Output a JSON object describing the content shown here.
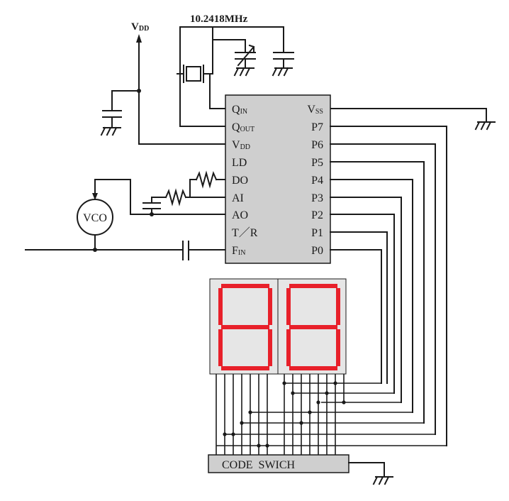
{
  "crystal_freq": "10.2418MHz",
  "vdd": {
    "main": "V",
    "sub": "DD"
  },
  "vco_label": "VCO",
  "code_switch_label": "CODE  SWICH",
  "ic": {
    "left_pins": [
      {
        "main": "Q",
        "sub": "IN"
      },
      {
        "main": "Q",
        "sub": "OUT"
      },
      {
        "main": "V",
        "sub": "DD"
      },
      {
        "main": "LD",
        "sub": ""
      },
      {
        "main": "DO",
        "sub": ""
      },
      {
        "main": "AI",
        "sub": ""
      },
      {
        "main": "AO",
        "sub": ""
      },
      {
        "main": "T／R",
        "sub": ""
      },
      {
        "main": "F",
        "sub": "IN"
      }
    ],
    "right_pins": [
      {
        "main": "V",
        "sub": "SS"
      },
      {
        "main": "P7",
        "sub": ""
      },
      {
        "main": "P6",
        "sub": ""
      },
      {
        "main": "P5",
        "sub": ""
      },
      {
        "main": "P4",
        "sub": ""
      },
      {
        "main": "P3",
        "sub": ""
      },
      {
        "main": "P2",
        "sub": ""
      },
      {
        "main": "P1",
        "sub": ""
      },
      {
        "main": "P0",
        "sub": ""
      }
    ]
  },
  "colors": {
    "ic_fill": "#cfcfcf",
    "display_fill": "#e6e6e6",
    "segment": "#e8202a",
    "wire": "#1a1a1a"
  },
  "display_digits": 2
}
